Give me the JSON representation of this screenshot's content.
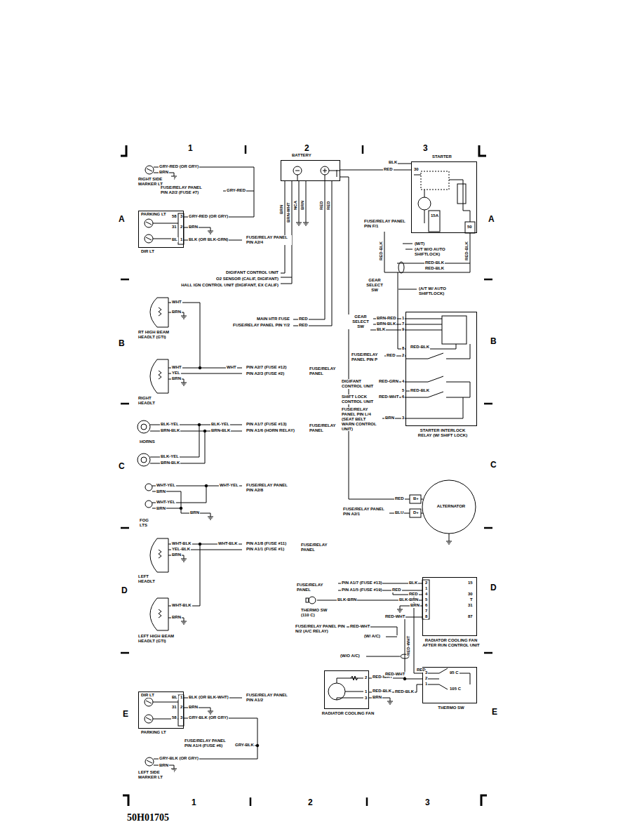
{
  "diagram": {
    "nodes": [
      {
        "text": [
          "BATTERY"
        ]
      },
      {
        "text": [
          "STARTER"
        ]
      },
      {
        "text": [
          "PARKING LT",
          "DIR LT"
        ]
      },
      {
        "text": [
          "STARTER INTERLOCK RELAY (W/ SHIFT LOCK)"
        ]
      },
      {
        "text": [
          "ALTERNATOR"
        ]
      },
      {
        "text": [
          "RADIATOR COOLING FAN AFTER RUN CONTROL UNIT"
        ]
      },
      {
        "text": [
          "THERMO SW"
        ]
      },
      {
        "text": [
          "RADIATOR COOLING FAN"
        ]
      },
      {
        "text": [
          "DIR LT",
          "PARKING LT"
        ]
      }
    ],
    "edges": [
      {
        "from": 0,
        "to": 1,
        "arrow": "none"
      },
      {
        "from": 0,
        "to": 4,
        "arrow": "none"
      },
      {
        "from": 1,
        "to": 3,
        "arrow": "none"
      },
      {
        "from": 5,
        "to": 7,
        "arrow": "none"
      },
      {
        "from": 7,
        "to": 6,
        "arrow": "none"
      }
    ],
    "labels": [
      "1",
      "2",
      "3",
      "A",
      "B",
      "C",
      "D",
      "E",
      "A",
      "B",
      "C",
      "D",
      "E",
      "1",
      "2",
      "3",
      "50H01705",
      "GRY-RED (OR GRY)",
      "BRN",
      "RIGHT SIDE MARKER LT",
      "FUSE/RELAY PANEL PIN A2/2 (FUSE #7)",
      "GRY-RED",
      "GRY-RED (OR GRY)",
      "58",
      "3",
      "31",
      "2",
      "BRN",
      "BL",
      "1",
      "BLK (OR BLK-GRN)",
      "FUSE/RELAY PANEL PIN A2/4",
      "BRN",
      "BRN-WHT",
      "NCA",
      "BRN",
      "RED",
      "RED",
      "DIGIFANT CONTROL UNIT",
      "O2 SENSOR (CALIF, DIGIFANT)",
      "HALL IGN CONTROL UNIT (DIGIFANT, EX CALIF)",
      "MAIN HTR FUSE",
      "RED",
      "FUSE/RELAY PANEL PIN Y/2",
      "RED",
      "BLK",
      "RED",
      "30",
      "15A",
      "50",
      "RED-BLK",
      "FUSE/RELAY PANEL PIN F/1",
      "RED-BLK",
      "(M/T)",
      "(A/T W/O AUTO SHIFTLOCK)",
      "RED-BLK",
      "RED-BLK",
      "GEAR SELECT SW",
      "(A/T W/ AUTO SHIFTLOCK)",
      "GEAR SELECT SW",
      "BRN-RED",
      "BRN-BLK",
      "BLK",
      "1",
      "7",
      "9",
      "RED-BLK",
      "8",
      "FUSE/RELAY PANEL PIN P",
      "RED",
      "2",
      "DIGIFANT CONTROL UNIT",
      "RED-GRN",
      "4",
      "RED-BLK",
      "5",
      "SHIFT LOCK CONTROL UNIT",
      "RED-WHT",
      "6",
      "FUSE/RELAY PANEL PIN L/4 (SEAT BELT WARN CONTROL UNIT)",
      "BRN",
      "3",
      "RED",
      "B+",
      "FUSE/RELAY PANEL PIN A2/1",
      "BLU",
      "D+",
      "WHT",
      "BRN",
      "RT HIGH BEAM HEADLT (GTI)",
      "WHT",
      "YEL",
      "BRN",
      "WHT",
      "PIN A2/7 (FUSE #12)",
      "PIN A2/3 (FUSE #2)",
      "FUSE/RELAY PANEL",
      "RIGHT HEADLT",
      "BLK-YEL",
      "BRN-BLK",
      "BLK-YEL",
      "BRN-BLK",
      "PIN A1/7 (FUSE #13)",
      "PIN A1/6 (HORN RELAY)",
      "FUSE/RELAY PANEL",
      "HORNS",
      "BLK-YEL",
      "BRN-BLK",
      "WHT-YEL",
      "BRN",
      "WHT-YEL",
      "FUSE/RELAY PANEL PIN A2/8",
      "WHT-YEL",
      "BRN",
      "BRN",
      "FOG LTS",
      "WHT-BLK",
      "YEL-BLK",
      "BRN",
      "WHT-BLK",
      "PIN A1/8 (FUSE #11)",
      "PIN A1/1 (FUSE #1)",
      "FUSE/RELAY PANEL",
      "LEFT HEADLT",
      "WHT-BLK",
      "BRN",
      "LEFT HIGH BEAM HEADLT (GTI)",
      "FUSE/RELAY PANEL",
      "PIN A1/7 (FUSE #13)",
      "PIN A1/5 (FUSE #19)",
      "BLK",
      "RED",
      "RED",
      "BLK-BRN",
      "BRN",
      "RED-WHT",
      "2",
      "1",
      "4",
      "5",
      "6",
      "7",
      "8",
      "15",
      "30",
      "T",
      "31",
      "87",
      "BLK-BRN",
      "THERMO SW (110 C)",
      "FUSE/RELAY PANEL PIN N/2 (A/C RELAY)",
      "RED-WHT",
      "(W/ A/C)",
      "RED-WHT",
      "(W/O A/C)",
      "RED-WHT",
      "2",
      "RED-BLK",
      "1",
      "BRN",
      "3",
      "RED",
      "RED-WHT",
      "RED-BLK",
      "3",
      "2",
      "1",
      "95 C",
      "105 C",
      "BL",
      "1",
      "BLK (OR BLK-WHT)",
      "FUSE/RELAY PANEL PIN A1/2",
      "31",
      "2",
      "BRN",
      "58",
      "3",
      "GRY-BLK (OR GRY)",
      "FUSE/RELAY PANEL PIN A1/4 (FUSE #6)",
      "GRY-BLK",
      "GRY-BLK (OR GRY)",
      "BRN",
      "LEFT SIDE MARKER LT"
    ]
  }
}
